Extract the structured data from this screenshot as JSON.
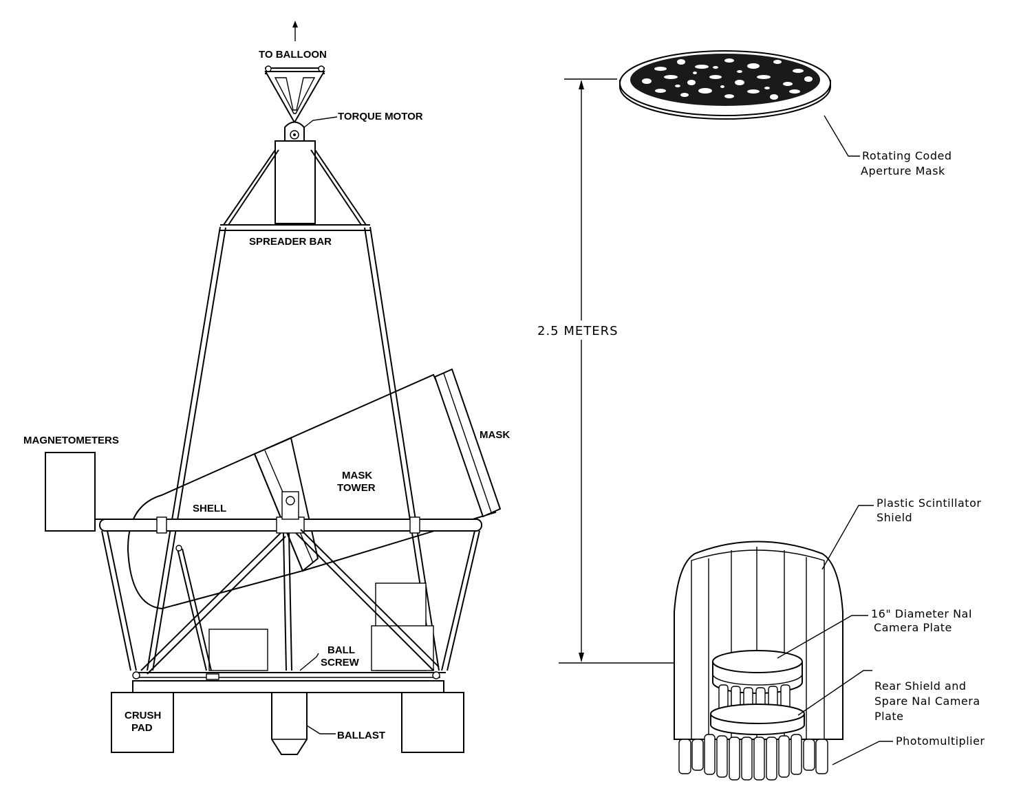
{
  "labels": {
    "to_balloon": "TO BALLOON",
    "torque_motor": "TORQUE MOTOR",
    "spreader_bar": "SPREADER BAR",
    "magnetometers": "MAGNETOMETERS",
    "shell": "SHELL",
    "mask_tower_line1": "MASK",
    "mask_tower_line2": "TOWER",
    "mask": "MASK",
    "ball_screw_line1": "BALL",
    "ball_screw_line2": "SCREW",
    "crush_pad_line1": "CRUSH",
    "crush_pad_line2": "PAD",
    "ballast": "BALLAST",
    "height": "2.5 METERS",
    "rotating_mask_line1": "Rotating Coded",
    "rotating_mask_line2": "Aperture Mask",
    "scintillator_line1": "Plastic Scintillator",
    "scintillator_line2": "Shield",
    "camera_plate_line1": "16\" Diameter NaI",
    "camera_plate_line2": "Camera Plate",
    "rear_shield_line1": "Rear Shield and",
    "rear_shield_line2": "Spare NaI Camera",
    "rear_shield_line3": "Plate",
    "photomultiplier": "Photomultiplier"
  }
}
